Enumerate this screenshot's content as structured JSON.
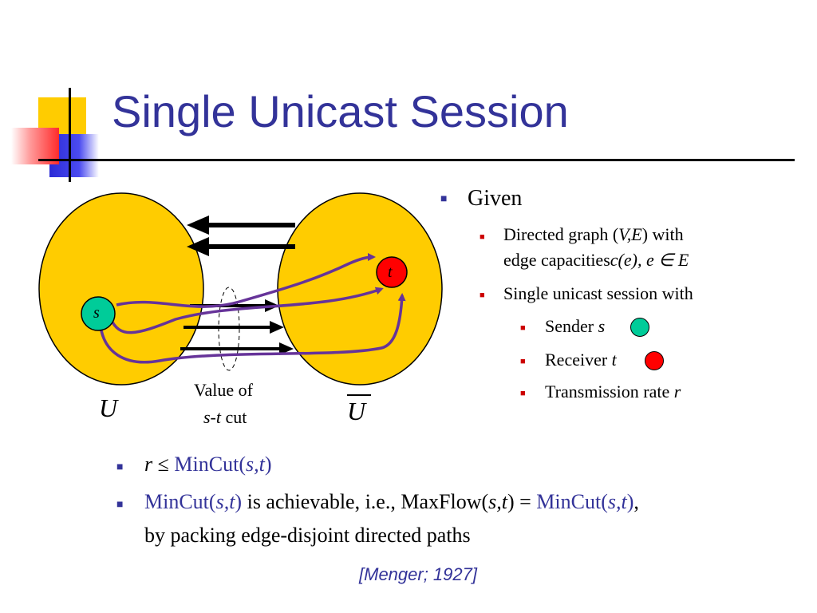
{
  "slide": {
    "title": "Single Unicast Session",
    "bullets": {
      "given": "Given",
      "directed_graph_1": "Directed graph (",
      "directed_graph_ve": "V,E",
      "directed_graph_2": ") with",
      "edge_capacities": "edge capacities",
      "capacity_formula": "c(e),  e ∈ E",
      "single_unicast": "Single unicast session with",
      "sender": "Sender ",
      "sender_var": "s",
      "receiver": "Receiver ",
      "receiver_var": "t",
      "rate": "Transmission rate ",
      "rate_var": "r"
    },
    "diagram": {
      "node_s": "s",
      "node_t": "t",
      "label_U": "U",
      "label_Ubar": "U",
      "cut_label_1": "Value of",
      "cut_label_2_var": "s-t",
      "cut_label_2": " cut"
    },
    "lower": {
      "r": "r",
      "leq": " ≤ ",
      "mincut": "MinCut(",
      "st": "s,t",
      "close": ")",
      "achievable": " is achievable, i.e., MaxFlow(",
      "eq": ") = ",
      "comma": ",",
      "line2": "by packing edge-disjoint directed paths",
      "citation": "[Menger; 1927]"
    },
    "colors": {
      "title": "#333399",
      "ellipse": "#ffcc00",
      "path": "#663399",
      "sender": "#00cc99",
      "receiver": "#ff0000",
      "bullet_blue": "#333399",
      "bullet_red": "#cc0000"
    }
  }
}
